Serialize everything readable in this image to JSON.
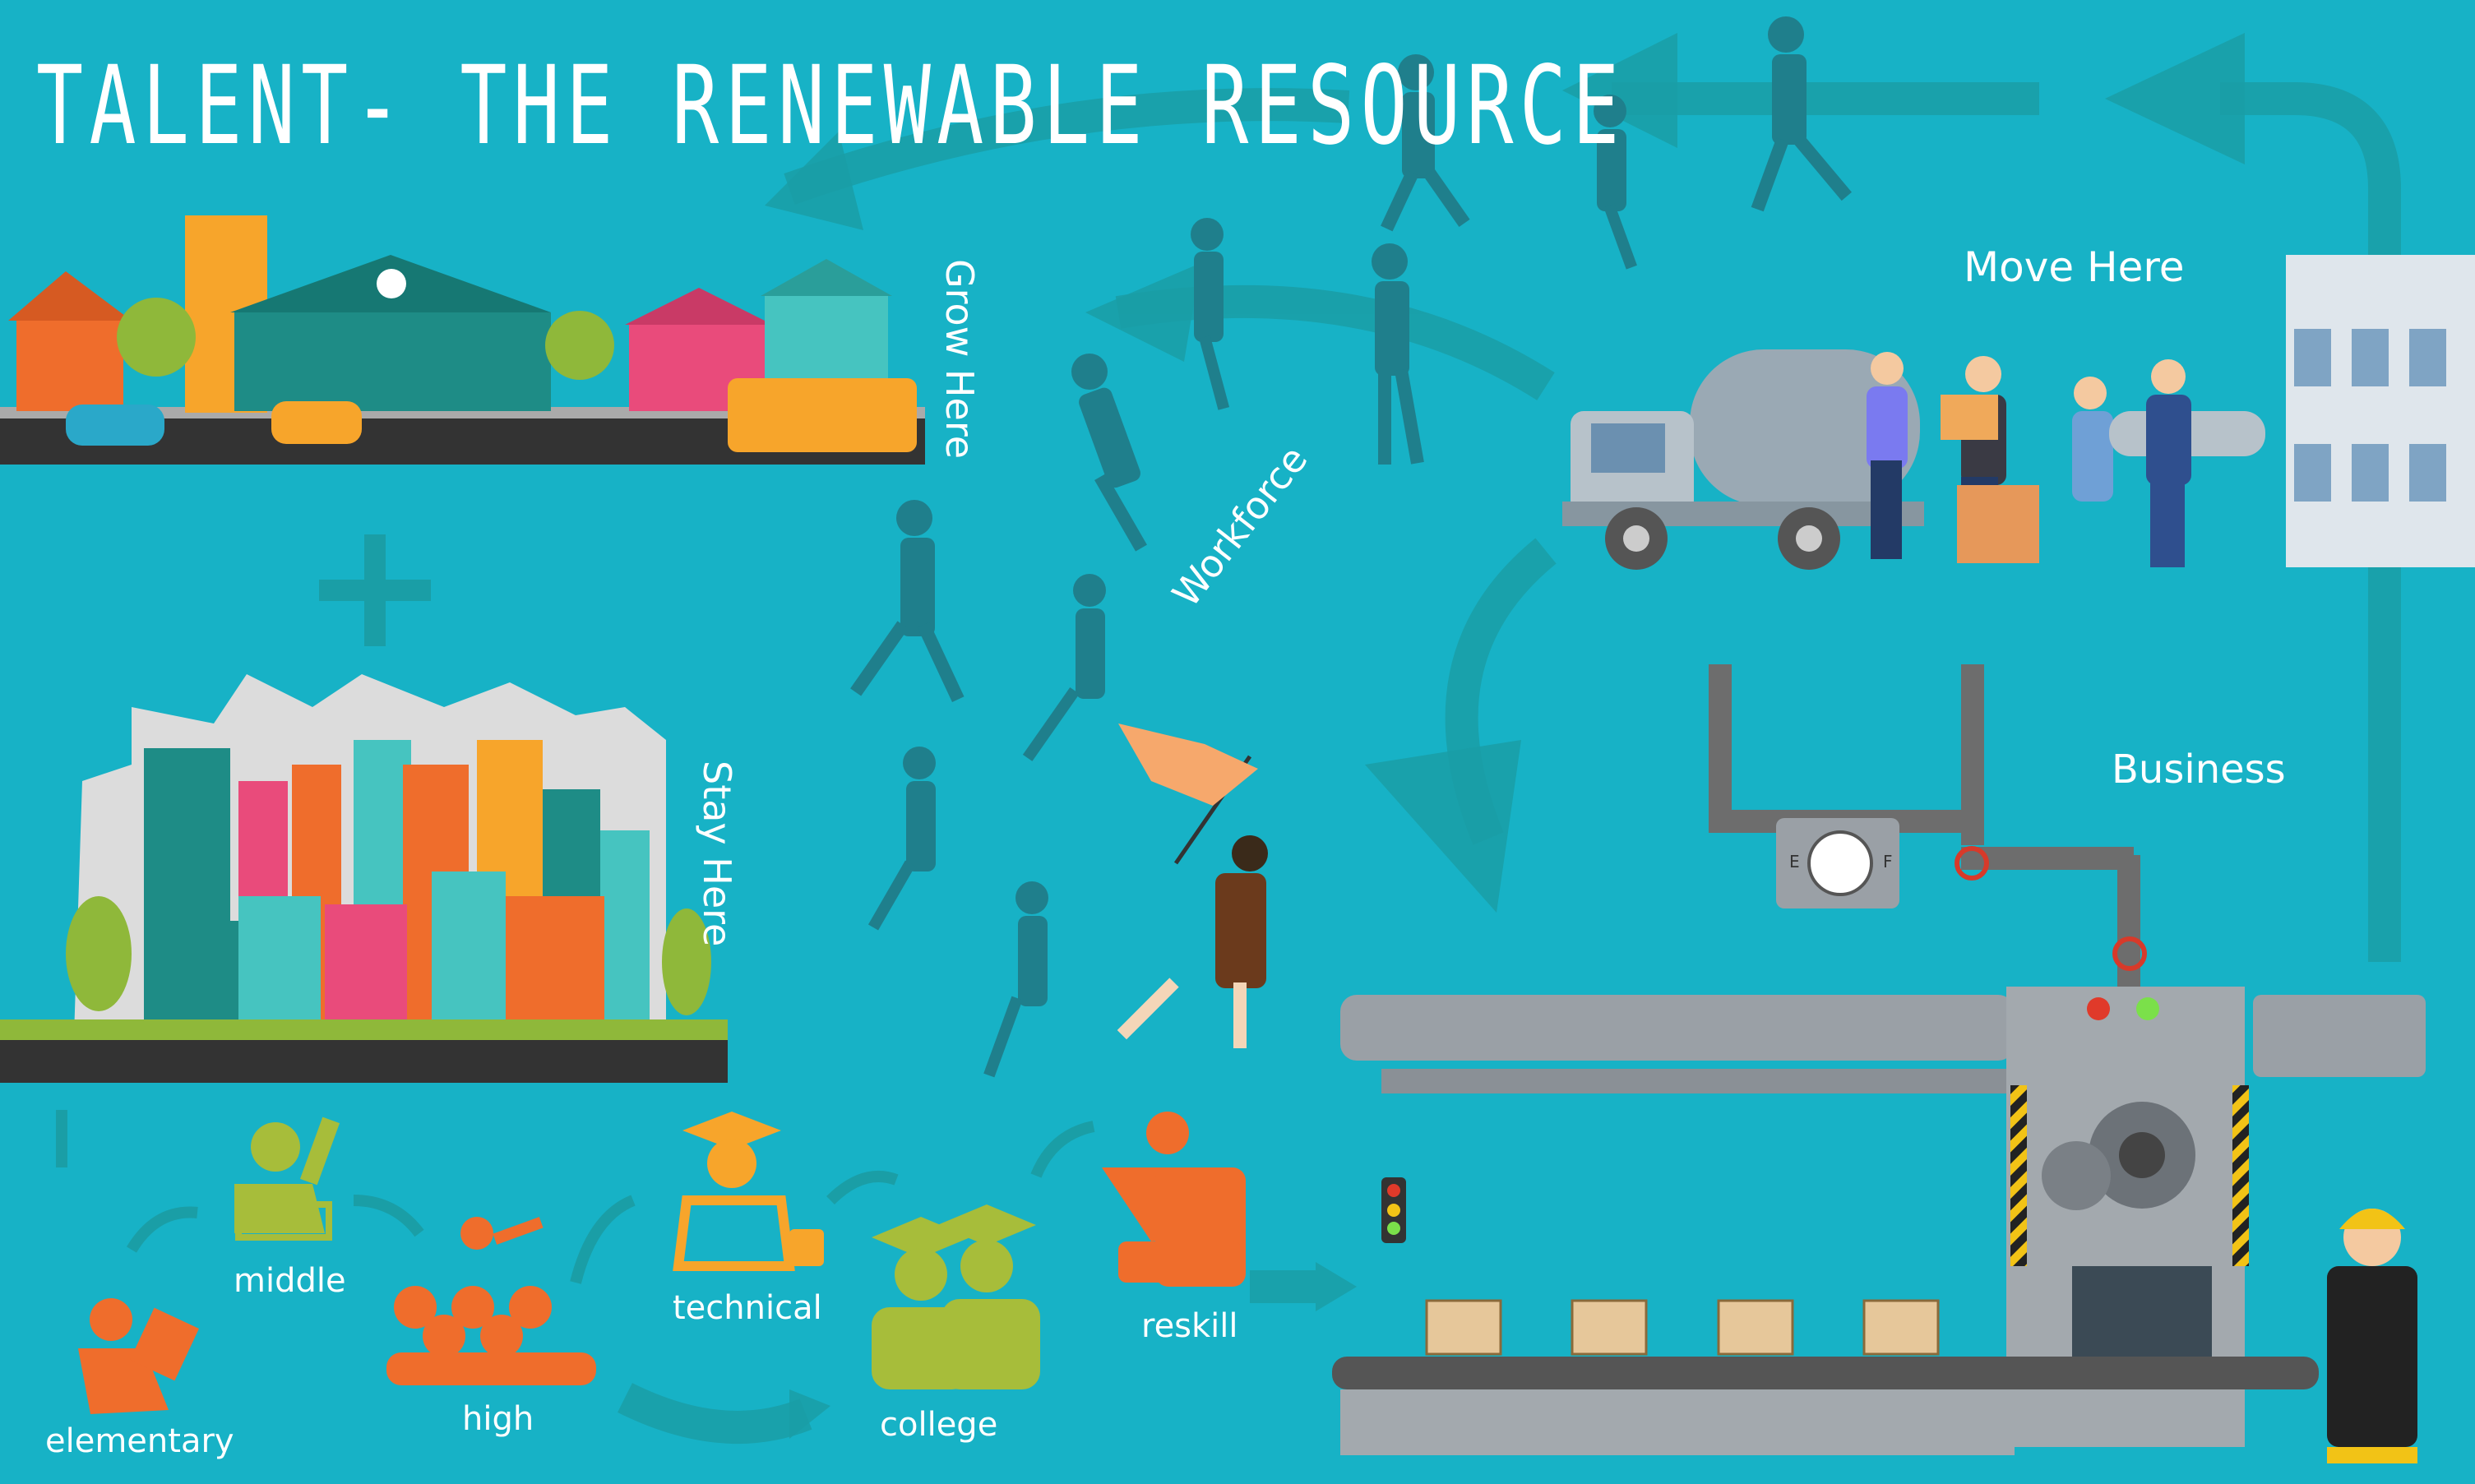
{
  "title": "TALENT- THE RENEWABLE RESOURCE",
  "labels": {
    "grow_here": "Grow Here",
    "stay_here": "Stay Here",
    "workforce": "Workforce",
    "move_here": "Move Here",
    "business": "Business"
  },
  "stages": {
    "elementary": "elementary",
    "middle": "middle",
    "high": "high",
    "technical": "technical",
    "college": "college",
    "reskill": "reskill"
  },
  "gauge": {
    "empty": "E",
    "full": "F"
  },
  "colors": {
    "background": "#17b2c6",
    "arrow": "#1a9ea6",
    "figure": "#1f7f8c",
    "education": "#ef6d2c",
    "college": "#a7bd3a",
    "machine": "#9aa0a6"
  }
}
